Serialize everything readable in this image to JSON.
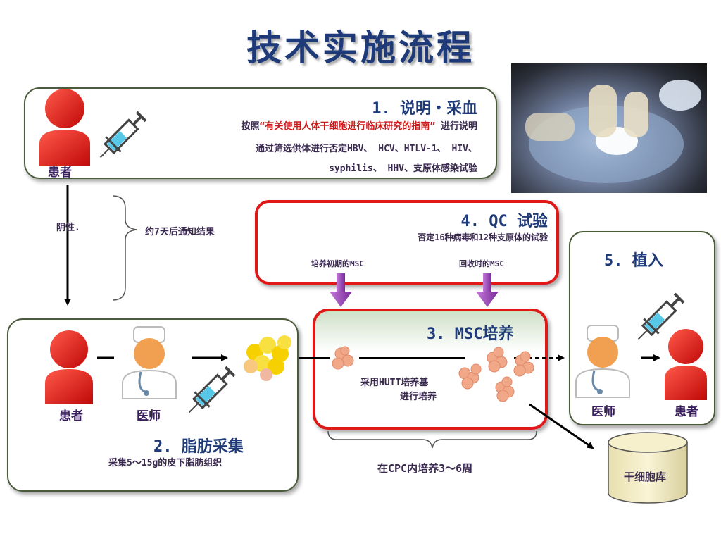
{
  "title": "技术实施流程",
  "step1": {
    "heading": "1. 说明・采血",
    "line1_prefix": "按照",
    "line1_highlight": "“有关使用人体干细胞进行临床研究的指南”",
    "line1_suffix": "进行说明",
    "line2": "通过筛选供体进行否定HBV、 HCV、HTLV-1、 HIV、",
    "line3": "syphilis、 HHV、支原体感染试验",
    "patient_label": "患者"
  },
  "left_flow": {
    "negative_label": "阴性.",
    "notice_label": "约7天后通知结果"
  },
  "step2": {
    "heading": "2. 脂肪采集",
    "description": "采集5～15g的皮下脂肪组织",
    "patient_label": "患者",
    "doctor_label": "医师"
  },
  "step3": {
    "heading": "3. MSC培养",
    "line1": "采用HUTT培养基",
    "line2": "进行培养",
    "brace_label": "在CPC内培养3～6周"
  },
  "step4": {
    "heading": "4. QC 试验",
    "description": "否定16种病毒和12种支原体的试验",
    "early_label": "培养初期的MSC",
    "recovery_label": "回收时的MSC"
  },
  "step5": {
    "heading": "5. 植入",
    "doctor_label": "医师",
    "patient_label": "患者"
  },
  "bank": {
    "label": "干细胞库"
  },
  "colors": {
    "title": "#1f3a78",
    "patient_red": "#e01818",
    "qc_border": "#e01818",
    "arrow_purple": "#9b3fb8",
    "bank_fill": "#f3ecc4"
  }
}
